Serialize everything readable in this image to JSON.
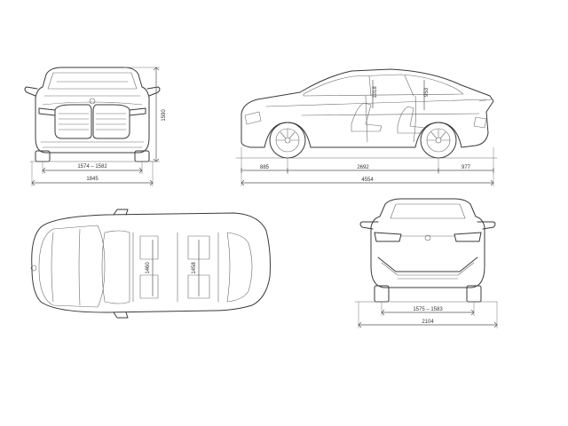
{
  "dimensions": {
    "front_track": "1574 – 1582",
    "front_width": "1845",
    "front_height": "1590",
    "front_overhang": "885",
    "wheelbase": "2692",
    "rear_overhang": "977",
    "length": "4554",
    "front_headroom": "1018",
    "rear_headroom": "953",
    "front_shoulder": "1460",
    "rear_shoulder": "1458",
    "rear_track": "1575 – 1583",
    "width_mirrors": "2104"
  }
}
